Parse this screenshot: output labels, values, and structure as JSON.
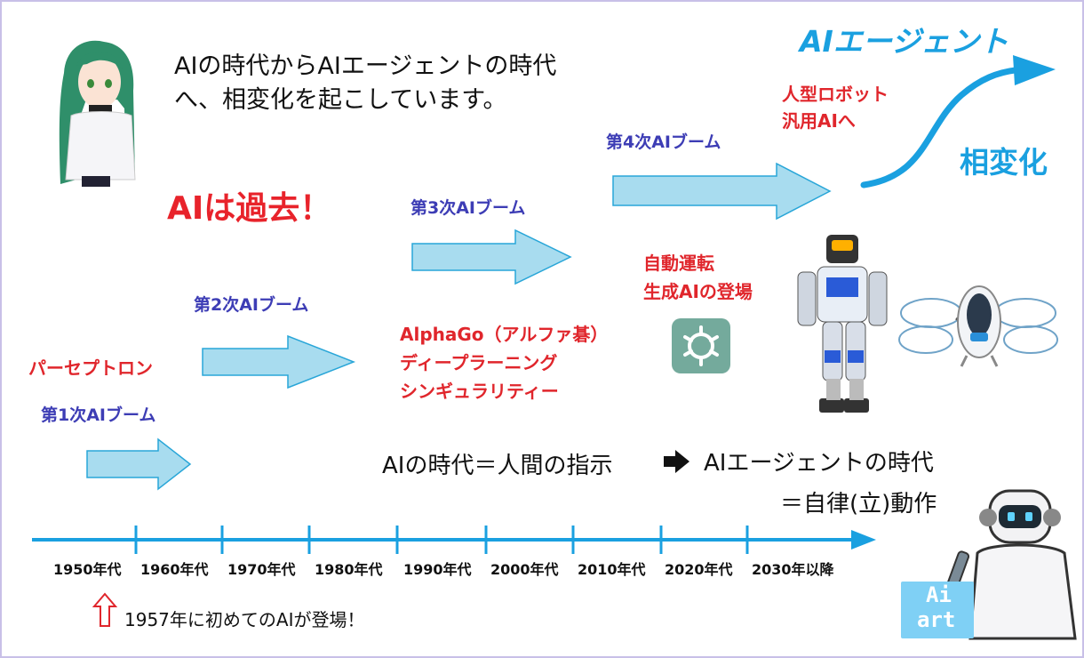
{
  "headline_line1": "AIの時代からAIエージェントの時代",
  "headline_line2": "へ、相変化を起こしています。",
  "ai_past": "AIは過去！",
  "booms": {
    "first": "第1次AIブーム",
    "second": "第2次AIブーム",
    "third": "第3次AIブーム",
    "fourth": "第4次AIブーム"
  },
  "perceptron": "パーセプトロン",
  "third_items": [
    "AlphaGo（アルファ碁）",
    "ディープラーニング",
    "シンギュラリティー"
  ],
  "fourth_items": [
    "自動運転",
    "生成AIの登場"
  ],
  "future_items": [
    "人型ロボット",
    "汎用AIへ"
  ],
  "agent_title": "AIエージェント",
  "phase_change": "相変化",
  "era_compare": {
    "left": "AIの時代＝人間の指示",
    "right": "AIエージェントの時代",
    "right_sub": "＝自律(立)動作"
  },
  "decades": [
    "1950年代",
    "1960年代",
    "1970年代",
    "1980年代",
    "1990年代",
    "2000年代",
    "2010年代",
    "2020年代",
    "2030年以降"
  ],
  "first_ai_note": "1957年に初めてのAIが登場！",
  "ai_art_label_1": "Ai",
  "ai_art_label_2": "art",
  "colors": {
    "boom_blue": "#3d3db5",
    "red": "#e0262c",
    "arrow_fill": "#a8dcef",
    "arrow_stroke": "#29a6d8",
    "timeline": "#1aa0e0"
  }
}
